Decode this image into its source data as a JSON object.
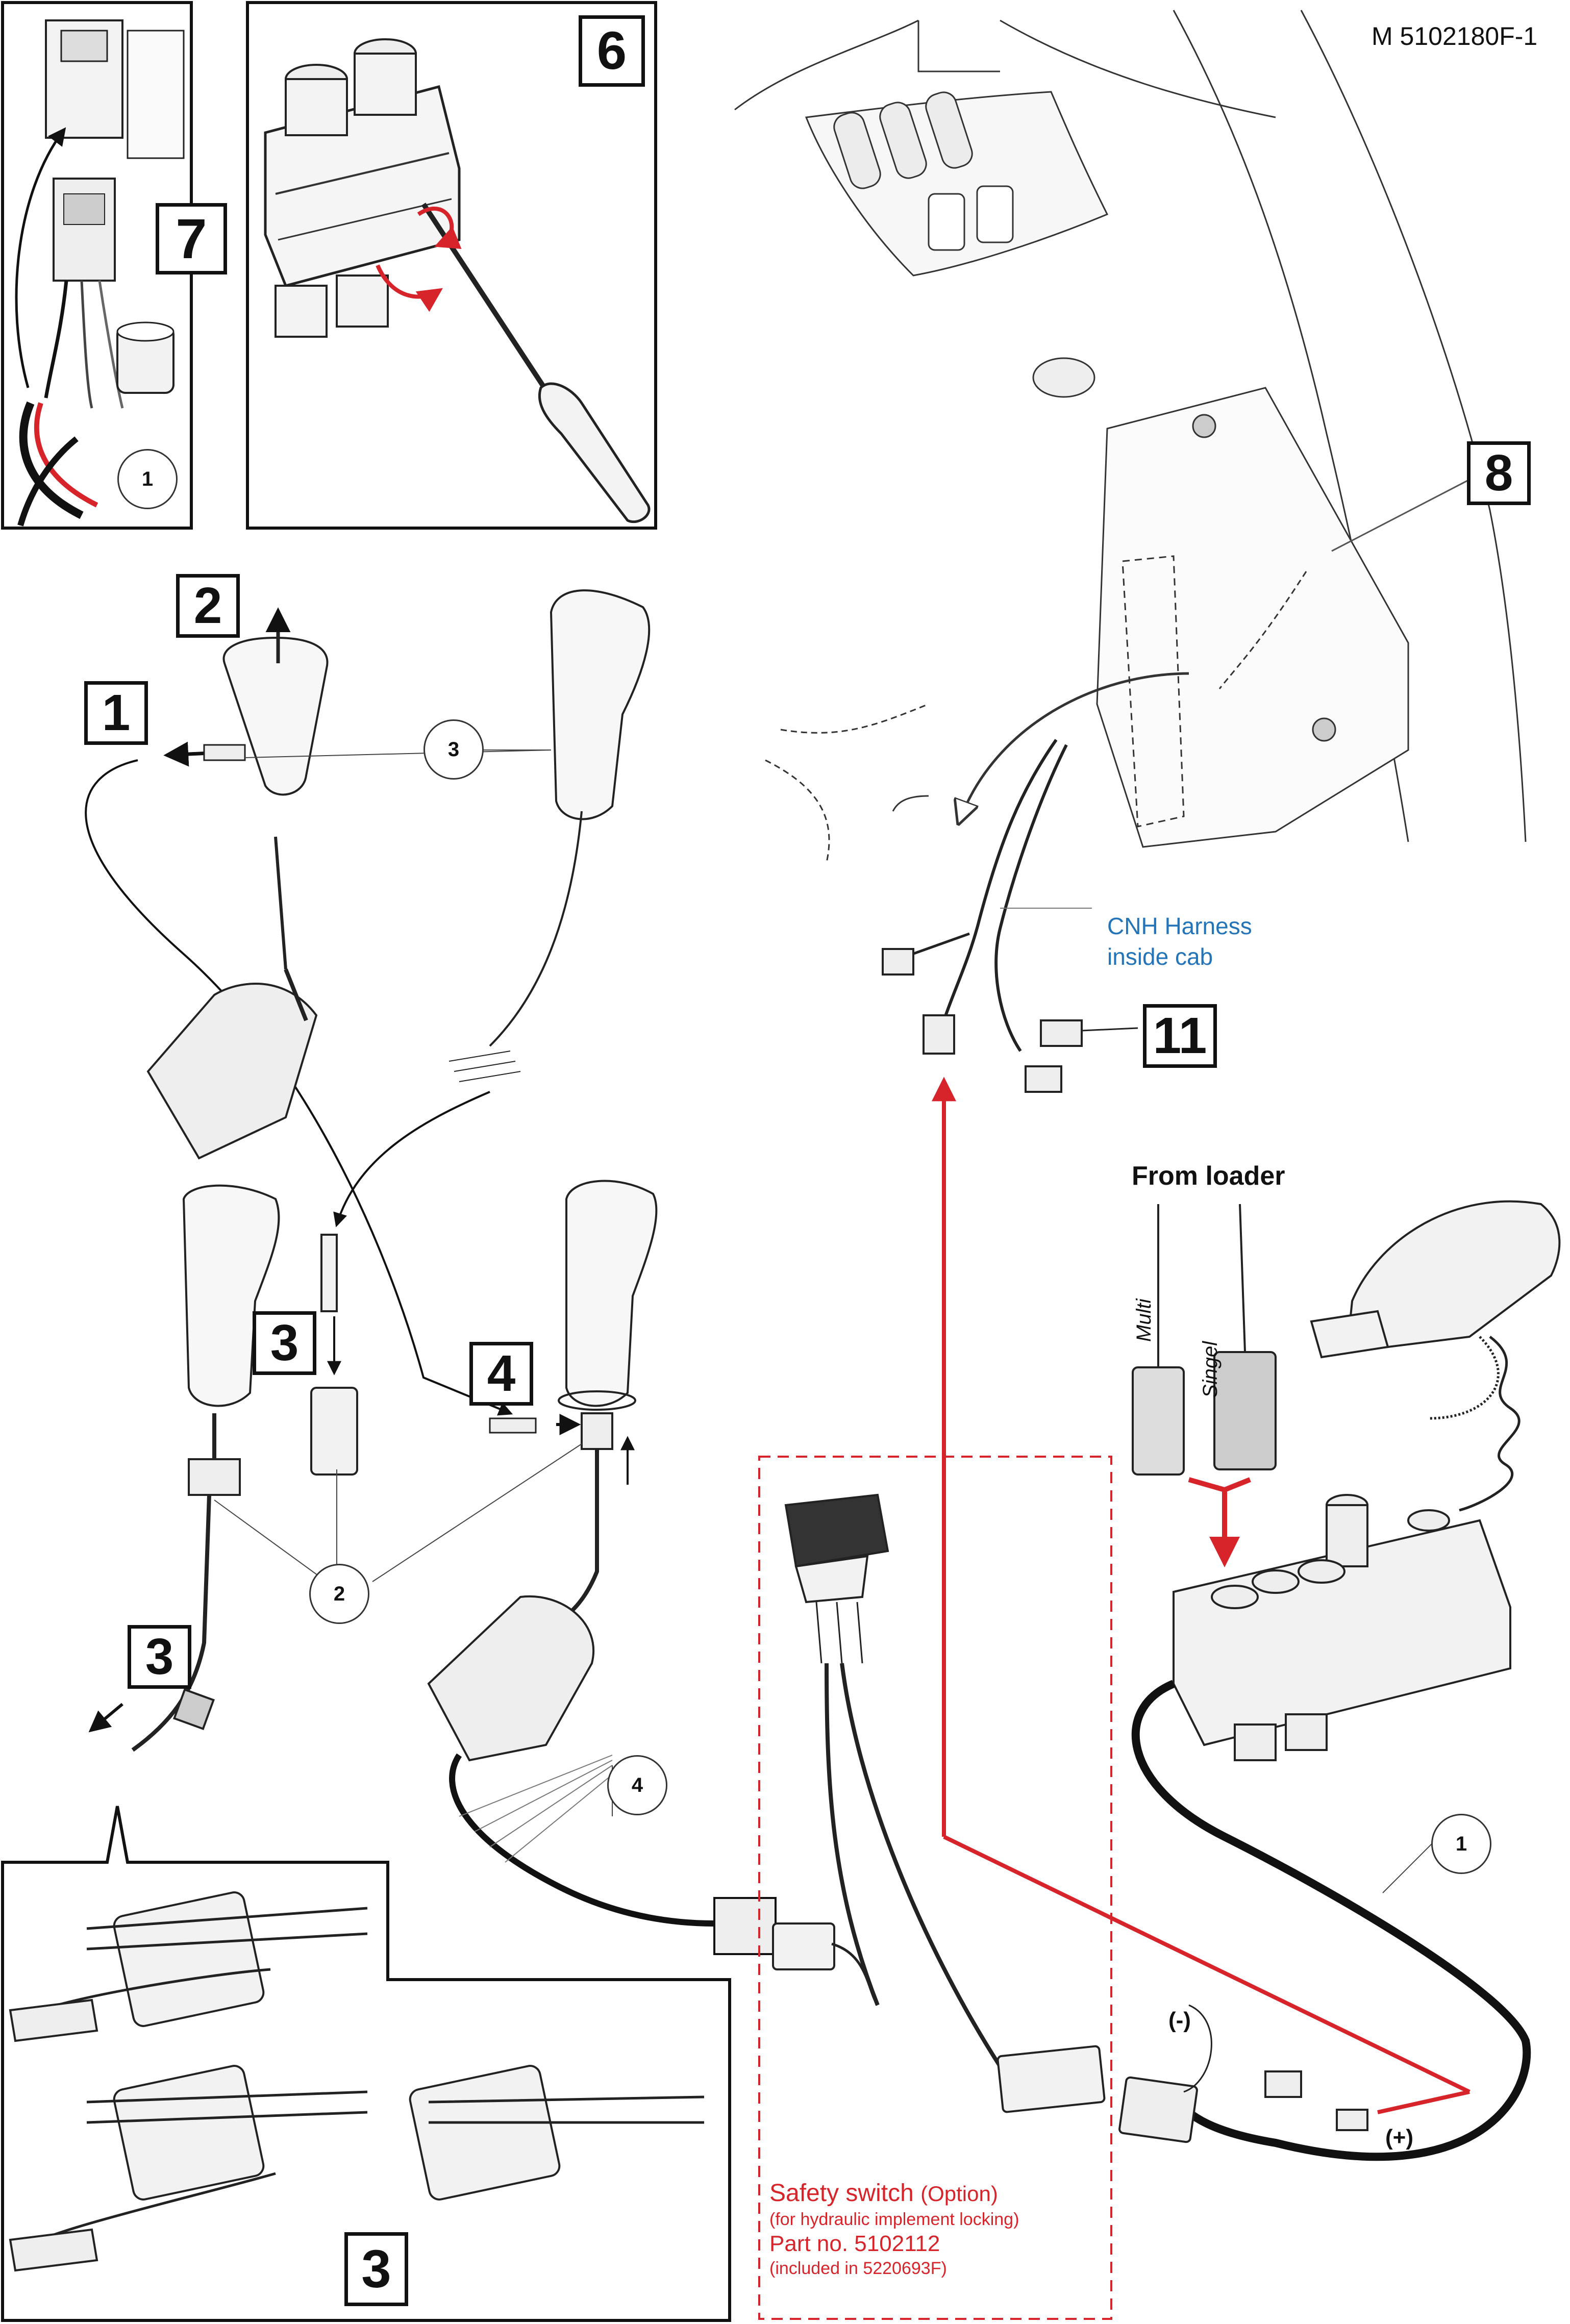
{
  "document_id": "M 5102180F-1",
  "step_labels": {
    "step_7": "7",
    "step_6": "6",
    "step_8": "8",
    "step_2": "2",
    "step_1": "1",
    "step_3_mid": "3",
    "step_4": "4",
    "step_3_low": "3",
    "step_3_bottom": "3",
    "step_11": "11"
  },
  "callouts": {
    "c1_inset7": "1",
    "c3_handle": "3",
    "c2_sleeves": "2",
    "c4_wires": "4",
    "c1_cable": "1"
  },
  "harness_label": {
    "line1": "CNH Harness",
    "line2": "inside cab"
  },
  "loader": {
    "title": "From loader",
    "multi": "Multi",
    "singel": "Singel"
  },
  "polarity": {
    "negative": "(-)",
    "positive": "(+)"
  },
  "safety_switch": {
    "title": "Safety switch",
    "option": "(Option)",
    "purpose": "(for hydraulic implement locking)",
    "part_no": "Part no. 5102112",
    "included_in": "(included in 5220693F)"
  },
  "colors": {
    "line": "#111111",
    "accent_red": "#d6242a",
    "harness_blue": "#2374b8",
    "dashed_box": "#d6242a"
  }
}
